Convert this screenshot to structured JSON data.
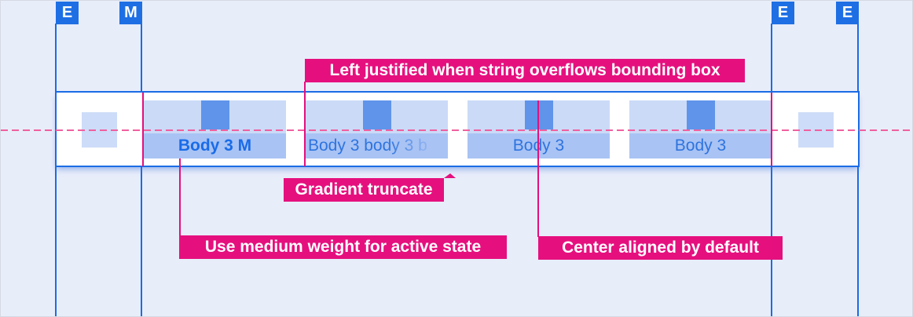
{
  "markers": {
    "items": [
      {
        "label": "E"
      },
      {
        "label": "M"
      },
      {
        "label": "E"
      },
      {
        "label": "E"
      }
    ]
  },
  "tabs": {
    "items": [
      {
        "label": "Body 3 M"
      },
      {
        "label": "Body 3 body 3 b"
      },
      {
        "label": "Body 3"
      },
      {
        "label": "Body 3"
      }
    ]
  },
  "annotations": {
    "left_justified": {
      "label": "Left justified when string overflows bounding box"
    },
    "gradient_truncate": {
      "label": "Gradient truncate"
    },
    "medium_weight": {
      "label": "Use medium weight for active state"
    },
    "center_aligned": {
      "label": "Center aligned by default"
    }
  },
  "colors": {
    "background": "#e8edfa",
    "guide_blue": "#1b6ce4",
    "marker_blue": "#1e6fe4",
    "tab_top_fill": "#cbdaf7",
    "tab_label_fill": "#a9c3f4",
    "icon_fill": "#5f94ea",
    "margin_square_fill": "#cddcf8",
    "active_text": "#1a6ce8",
    "inactive_text": "#2e74df",
    "annotation_magenta": "#e5107e",
    "connector_magenta": "#e2107e",
    "dashed_pink": "#f0609f"
  }
}
